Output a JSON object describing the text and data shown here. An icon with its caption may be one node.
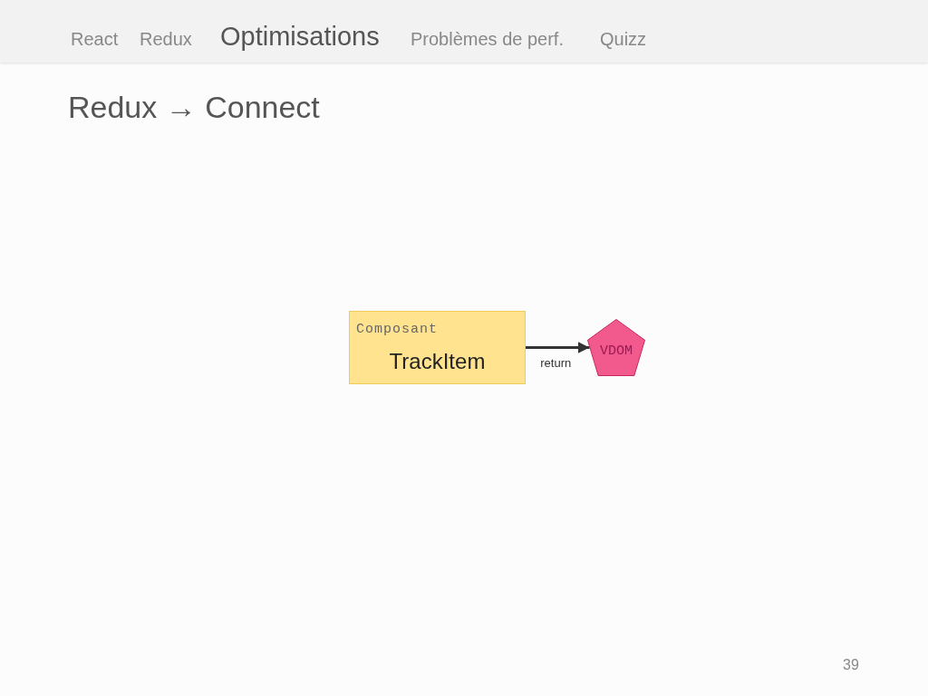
{
  "diagram": {
    "title": "Redux → Connect",
    "nodes": [
      {
        "text": [
          "Composant",
          "TrackItem"
        ]
      },
      {
        "text": [
          "VDOM"
        ]
      }
    ],
    "edges": [
      {
        "from": 0,
        "to": 1,
        "arrow": "to",
        "label": "return"
      }
    ],
    "labels": [
      "React",
      "Redux",
      "Optimisations",
      "Problèmes de perf.",
      "Quizz",
      "39"
    ]
  }
}
